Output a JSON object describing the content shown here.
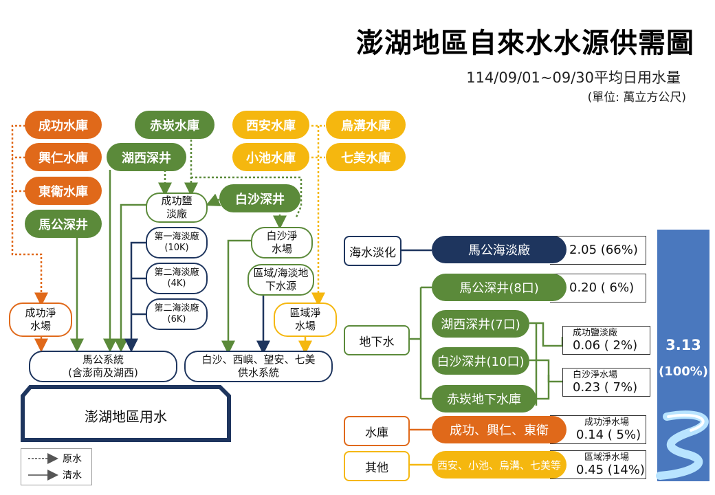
{
  "title": "澎湖地區自來水水源供需圖",
  "subtitle": "114/09/01~09/30平均日用水量",
  "unit": "(單位: 萬立方公尺)",
  "sources": {
    "chenggong_reservoir": "成功水庫",
    "xingren_reservoir": "興仁水庫",
    "dongwei_reservoir": "東衛水庫",
    "magong_well": "馬公深井",
    "chikan_reservoir": "赤崁水庫",
    "huxi_well": "湖西深井",
    "xian_reservoir": "西安水庫",
    "xiaochi_reservoir": "小池水庫",
    "wugou_reservoir": "烏溝水庫",
    "qimei_reservoir": "七美水庫",
    "baisha_well": "白沙深井"
  },
  "plants": {
    "chenggong_desal": "成功鹽淡廠",
    "desal1": "第一海淡廠",
    "desal1_cap": "(10K)",
    "desal2a": "第二海淡廠",
    "desal2a_cap": "(4K)",
    "desal2b": "第二海淡廠",
    "desal2b_cap": "(6K)",
    "baisha_purif": "白沙淨水場",
    "regional_undersea": "區域/海淡地下水源",
    "chenggong_purif": "成功淨水場",
    "regional_purif": "區域淨水場"
  },
  "systems": {
    "magong": "馬公系統",
    "magong_sub": "(含澎南及湖西)",
    "baisha": "白沙、西嶼、望安、七美",
    "baisha_sub": "供水系統",
    "usage": "澎湖地區用水"
  },
  "legend": {
    "raw": "原水",
    "clean": "清水"
  },
  "summary": {
    "categories": {
      "desal": "海水淡化",
      "groundwater": "地下水",
      "reservoir": "水庫",
      "other": "其他"
    },
    "items": {
      "magong_desal": "馬公海淡廠",
      "magong_well8": "馬公深井(8口)",
      "huxi_well7": "湖西深井(7口)",
      "baisha_well10": "白沙深井(10口)",
      "chikan_underground": "赤崁地下水庫",
      "reservoirs": "成功、興仁、東衛",
      "other_reservoirs": "西安、小池、烏溝、七美等"
    },
    "values": {
      "magong_desal": "2.05 (66%)",
      "magong_well8": "0.20 (  6%)",
      "chenggong_label": "成功鹽淡廠",
      "chenggong_val": "0.06 (  2%)",
      "baisha_label": "白沙淨水場",
      "baisha_val": "0.23 (  7%)",
      "reservoir_label": "成功淨水場",
      "reservoir_val": "0.14 (  5%)",
      "other_label": "區域淨水場",
      "other_val": "0.45 (14%)"
    },
    "total": "3.13",
    "total_pct": "(100%)"
  },
  "colors": {
    "orange": "#e0691a",
    "green": "#5b8a3a",
    "yellow": "#f5b70f",
    "navy": "#1e355e",
    "total_bar": "#4a78be"
  }
}
